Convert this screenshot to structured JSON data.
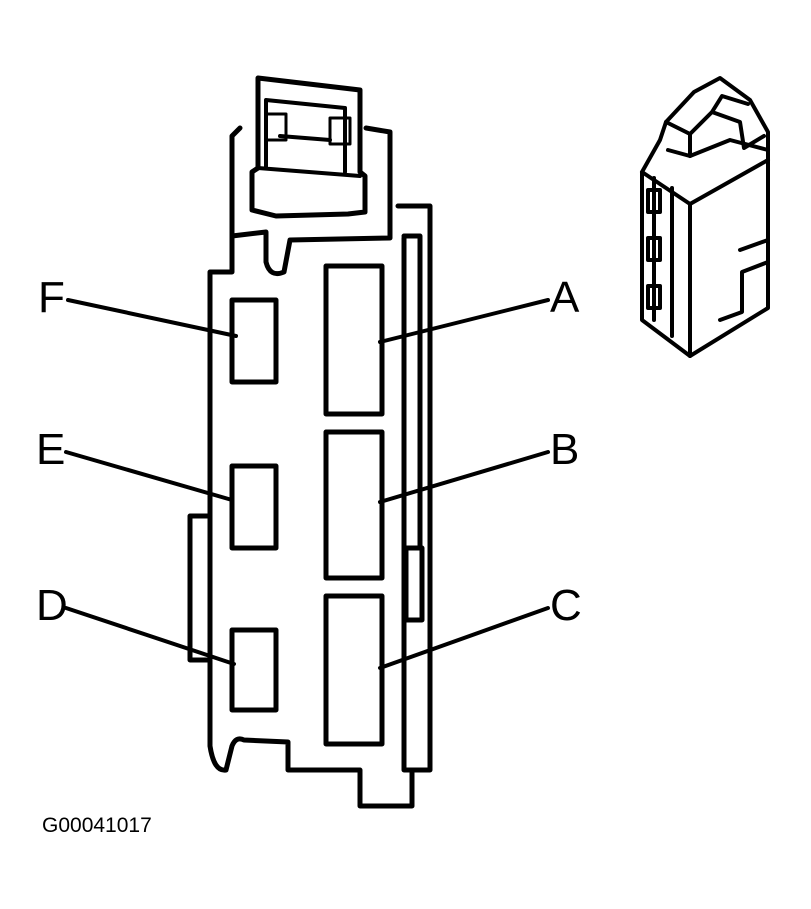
{
  "figure": {
    "id": "G00041017"
  },
  "callouts": {
    "A": "A",
    "B": "B",
    "C": "C",
    "D": "D",
    "E": "E",
    "F": "F"
  },
  "colors": {
    "ink": "#000000",
    "paper": "#ffffff"
  }
}
